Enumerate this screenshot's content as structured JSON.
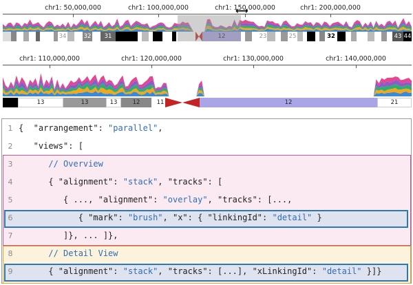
{
  "overview": {
    "axis_labels": [
      "chr1: 50,000,000",
      "chr1: 100,000,000",
      "chr1: 150,000,000",
      "chr1: 200,000,000"
    ],
    "band_labels": [
      "34",
      "32",
      "31",
      "12",
      "23",
      "25",
      "32",
      "43",
      "44"
    ],
    "drag_icon": "double-arrow-icon"
  },
  "detail": {
    "axis_labels": [
      "chr1: 110,000,000",
      "chr1: 120,000,000",
      "chr1: 130,000,000",
      "chr1: 140,000,000"
    ],
    "band_labels": [
      "13",
      "13",
      "13",
      "12",
      "11",
      "12",
      "21"
    ]
  },
  "code": {
    "lines": [
      {
        "n": "1",
        "parts": [
          [
            "t",
            "{  \"arrangement\": "
          ],
          [
            "s",
            "\"parallel\""
          ],
          [
            "t",
            ","
          ]
        ]
      },
      {
        "n": "2",
        "parts": [
          [
            "t",
            "   \"views\": ["
          ]
        ]
      },
      {
        "n": "3",
        "parts": [
          [
            "c",
            "      // Overview"
          ]
        ]
      },
      {
        "n": "4",
        "parts": [
          [
            "t",
            "      { \"alignment\": "
          ],
          [
            "s",
            "\"stack\""
          ],
          [
            "t",
            ", \"tracks\": ["
          ]
        ]
      },
      {
        "n": "5",
        "parts": [
          [
            "t",
            "         { ..., \"alignment\": "
          ],
          [
            "s",
            "\"overlay\""
          ],
          [
            "t",
            ", \"tracks\": [...,"
          ]
        ]
      },
      {
        "n": "6",
        "parts": [
          [
            "t",
            "            { \"mark\": "
          ],
          [
            "s",
            "\"brush\""
          ],
          [
            "t",
            ", \"x\": { \"linkingId\": "
          ],
          [
            "s",
            "\"detail\""
          ],
          [
            "t",
            " }"
          ]
        ]
      },
      {
        "n": "7",
        "parts": [
          [
            "t",
            "         ]}, ... ]},"
          ]
        ]
      },
      {
        "n": "8",
        "parts": [
          [
            "c",
            "      // Detail View"
          ]
        ]
      },
      {
        "n": "9",
        "parts": [
          [
            "t",
            "      { \"alignment\": "
          ],
          [
            "s",
            "\"stack\""
          ],
          [
            "t",
            ", \"tracks\": [...], \"xLinkingId\": "
          ],
          [
            "s",
            "\"detail\""
          ],
          [
            "t",
            " }]}"
          ]
        ]
      }
    ]
  },
  "colors": {
    "stack": [
      "#3a8ad6",
      "#f4a71d",
      "#2fae72",
      "#8b5bc9",
      "#e6458f"
    ],
    "band_12": "#a9a5e6",
    "centromere": "#c42323",
    "overview_region": "#c8569a",
    "detail_region": "#e0a32c",
    "highlight_border": "#2a78b6",
    "string": "#2f6db8"
  }
}
